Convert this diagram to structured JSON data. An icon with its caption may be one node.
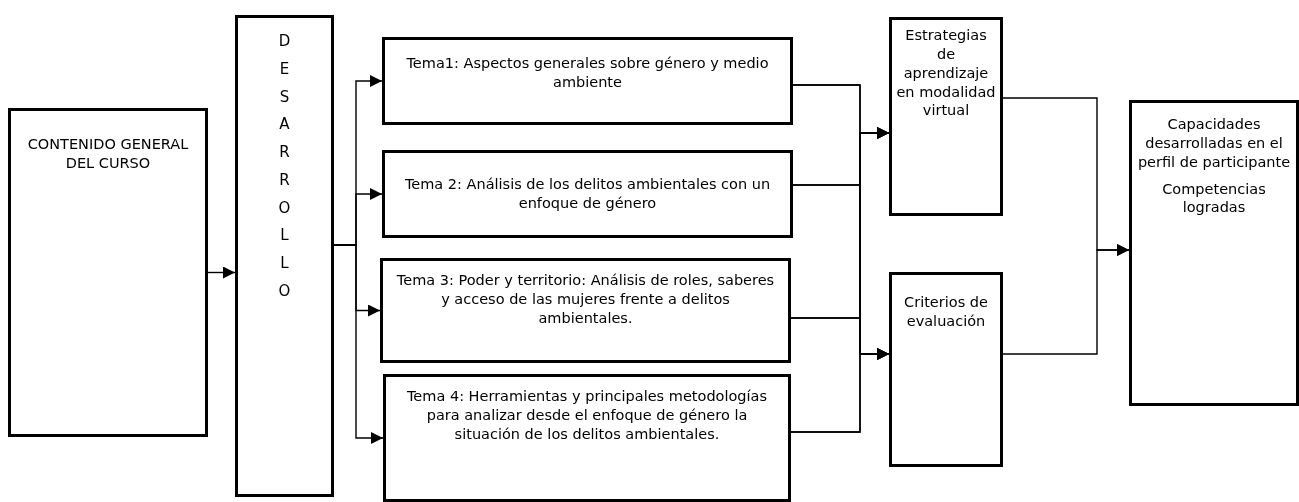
{
  "diagram": {
    "nodes": [
      {
        "text": [
          "CONTENIDO GENERAL DEL CURSO"
        ]
      },
      {
        "text": [
          "DESARROLLO"
        ]
      },
      {
        "text": [
          "Tema1: Aspectos generales sobre género y medio ambiente"
        ]
      },
      {
        "text": [
          "Tema 2: Análisis de los delitos ambientales con un enfoque de género"
        ]
      },
      {
        "text": [
          "Tema 3: Poder y territorio: Análisis de roles, saberes y acceso de las mujeres frente a delitos ambientales."
        ]
      },
      {
        "text": [
          "Tema 4: Herramientas y principales metodologías para analizar desde el enfoque de género la situación de los delitos ambientales."
        ]
      },
      {
        "text": [
          "Estrategias de aprendizaje en modalidad virtual"
        ]
      },
      {
        "text": [
          "Criterios de evaluación"
        ]
      },
      {
        "text": [
          "Capacidades desarrolladas en el perfil de participante",
          "Competencias logradas"
        ]
      }
    ],
    "edges": [
      {
        "from": 0,
        "to": 1,
        "arrow": "to"
      },
      {
        "from": 1,
        "to": 2,
        "arrow": "to"
      },
      {
        "from": 1,
        "to": 3,
        "arrow": "to"
      },
      {
        "from": 1,
        "to": 4,
        "arrow": "to"
      },
      {
        "from": 1,
        "to": 5,
        "arrow": "to"
      },
      {
        "from": 2,
        "to": 6,
        "arrow": "to"
      },
      {
        "from": 3,
        "to": 6,
        "arrow": "to"
      },
      {
        "from": 4,
        "to": 6,
        "arrow": "to"
      },
      {
        "from": 5,
        "to": 6,
        "arrow": "to"
      },
      {
        "from": 2,
        "to": 7,
        "arrow": "to"
      },
      {
        "from": 3,
        "to": 7,
        "arrow": "to"
      },
      {
        "from": 4,
        "to": 7,
        "arrow": "to"
      },
      {
        "from": 5,
        "to": 7,
        "arrow": "to"
      },
      {
        "from": 6,
        "to": 8,
        "arrow": "to"
      },
      {
        "from": 7,
        "to": 8,
        "arrow": "to"
      }
    ]
  }
}
